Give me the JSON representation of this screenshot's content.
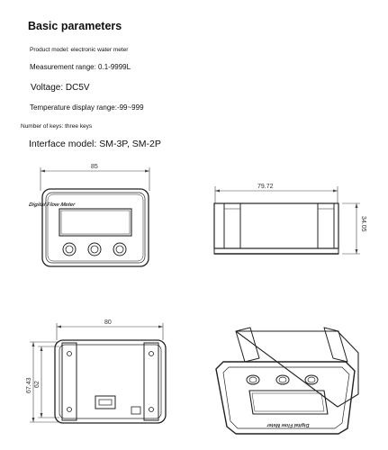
{
  "heading": "Basic parameters",
  "params": [
    "Product model: electronic water meter",
    "Measurement range: 0.1-9999L",
    "Voltage: DC5V",
    "Temperature display range:-99~999",
    "Number of keys: three keys",
    "Interface model: SM-3P, SM-2P"
  ],
  "device": {
    "label": "Digital Flow Meter",
    "front_width": "85",
    "side_length": "79.72",
    "side_height": "34.05",
    "back_width": "80",
    "back_height_outer": "67.43",
    "back_height_inner": "62"
  }
}
